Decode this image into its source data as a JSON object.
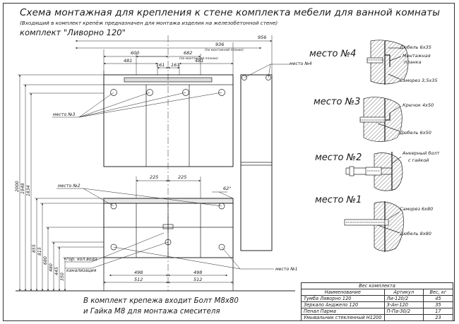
{
  "header": {
    "title": "Схема монтажная для крепления к стене комплекта мебели для ванной комнаты",
    "subtitle": "(Входящий в комплект крепёж предназначен для монтажа изделия на железобетонной стене)",
    "kit": "комплект \"Ливорно 120\""
  },
  "top_dims": {
    "d956": "956",
    "d936": "936",
    "d936_note": "(по монтажной планке)",
    "d682": "682",
    "d682_note": "(по монтажной планке)",
    "d600": "600",
    "d481a": "481",
    "d161a": "161",
    "d161b": "161",
    "d481b": "481"
  },
  "mid_dims": {
    "d225a": "225",
    "d225b": "225",
    "angle": "62°"
  },
  "bottom_dims": {
    "d498a": "498",
    "d512a": "512",
    "d498b": "498",
    "d512b": "512"
  },
  "left_dims": [
    "2000",
    "1948",
    "1834",
    "855",
    "815",
    "680",
    "480",
    "445",
    "350"
  ],
  "callouts": {
    "mesto4": "место №4",
    "mesto3": "место №3",
    "mesto2": "место №2",
    "mesto1": "место №1",
    "water": "гор. хол.вода",
    "sewer": "канализация"
  },
  "details": {
    "m4_title": "место №4",
    "m4_dowel": "Дюбель 6х35",
    "m4_plate1": "Монтажная",
    "m4_plate2": "планка",
    "m4_screw": "Саморез 3,5х35",
    "m3_title": "место №3",
    "m3_hook": "Крючок 4х50",
    "m3_dowel": "Дюбель 6х50",
    "m2_title": "место №2",
    "m2_anchor1": "Анкерный болт",
    "m2_anchor2": "с гайкой",
    "m1_title": "место №1",
    "m1_screw": "Саморез 6х80",
    "m1_dowel": "Дюбель 8х80"
  },
  "notes": {
    "line1": "В комплект крепежа входит Болт М8х80",
    "line2": "и Гайка М8 для монтажа смесителя"
  },
  "weight_table": {
    "caption": "Вес комплекта",
    "headers": [
      "Наименование",
      "Артикул",
      "Вес, кг"
    ],
    "rows": [
      [
        "Тумба Ливорно 120",
        "Ли-120/2",
        "45"
      ],
      [
        "Зеркало Анджело 120",
        "З-Ан-120",
        "35"
      ],
      [
        "Пенал Парма",
        "П-Па-30/2",
        "17"
      ],
      [
        "Умывальник стеклянный Н1200",
        "",
        "23"
      ]
    ]
  }
}
